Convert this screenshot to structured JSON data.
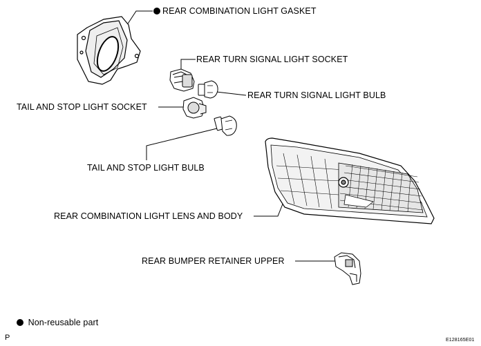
{
  "labels": {
    "gasket": "REAR COMBINATION LIGHT GASKET",
    "turn_socket": "REAR TURN SIGNAL LIGHT SOCKET",
    "turn_bulb": "REAR TURN SIGNAL LIGHT BULB",
    "tail_socket": "TAIL AND STOP  LIGHT SOCKET",
    "tail_bulb": "TAIL AND STOP LIGHT BULB",
    "lens_body": "REAR COMBINATION LIGHT LENS AND BODY",
    "retainer": "REAR BUMPER RETAINER UPPER"
  },
  "legend": {
    "non_reusable": "Non-reusable part"
  },
  "footer": {
    "letter": "P",
    "code": "E128165E01"
  }
}
